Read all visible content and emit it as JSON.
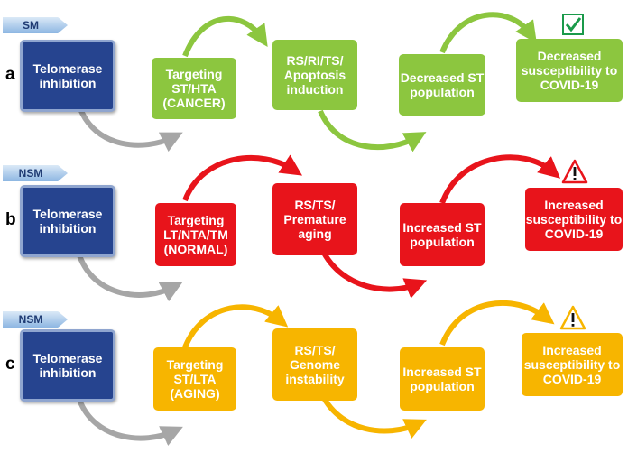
{
  "rows": [
    {
      "tag": "SM",
      "letter": "a",
      "start": "Telomerase inhibition",
      "step1": "Targeting ST/HTA (CANCER)",
      "step2": "RS/RI/TS/ Apoptosis induction",
      "step3": "Decreased ST population",
      "outcome": "Decreased susceptibility to COVID-19",
      "outcome_icon": "check-icon",
      "color": "#8cc63f"
    },
    {
      "tag": "NSM",
      "letter": "b",
      "start": "Telomerase inhibition",
      "step1": "Targeting LT/NTA/TM (NORMAL)",
      "step2": "RS/TS/ Premature aging",
      "step3": "Increased ST population",
      "outcome": "Increased susceptibility to COVID-19",
      "outcome_icon": "warning-icon",
      "color": "#e8141b"
    },
    {
      "tag": "NSM",
      "letter": "c",
      "start": "Telomerase inhibition",
      "step1": "Targeting ST/LTA (AGING)",
      "step2": "RS/TS/ Genome instability",
      "step3": "Increased ST population",
      "outcome": "Increased susceptibility to COVID-19",
      "outcome_icon": "warning-icon",
      "color": "#f7b500"
    }
  ],
  "colors": {
    "gray_arrow": "#a6a6a6",
    "dark_box": "#26448f"
  }
}
